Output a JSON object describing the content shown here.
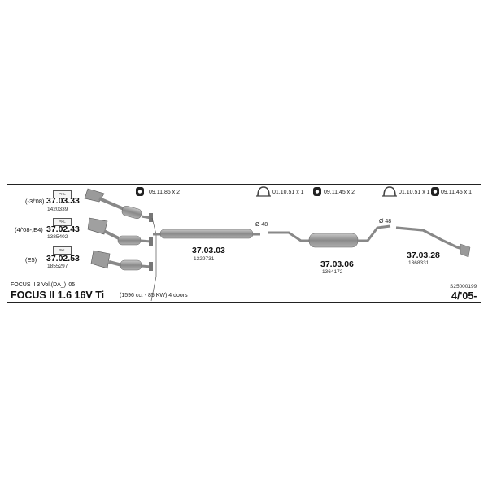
{
  "header": {
    "hardware": [
      {
        "icon": "rubber-hanger-icon",
        "code": "09.11.86 x 2"
      },
      {
        "icon": "clamp-icon",
        "code": "01.10.51 x 1"
      },
      {
        "icon": "rubber-hanger-icon",
        "code": "09.11.45 x 2"
      },
      {
        "icon": "clamp-icon",
        "code": "01.10.51 x 1"
      },
      {
        "icon": "rubber-hanger-icon",
        "code": "09.11.45 x 1"
      }
    ]
  },
  "catalysts": [
    {
      "variant": "(-3/'08)",
      "part": "37.03.33",
      "oe": "1420339",
      "tag": "PKL"
    },
    {
      "variant": "(4/'08-,E4)",
      "part": "37.02.43",
      "oe": "1385402",
      "tag": "PKL"
    },
    {
      "variant": "(E5)",
      "part": "37.02.53",
      "oe": "1855297",
      "tag": "PKL"
    }
  ],
  "parts": [
    {
      "part": "37.03.03",
      "oe": "1329731"
    },
    {
      "part": "37.03.06",
      "oe": "1364172"
    },
    {
      "part": "37.03.28",
      "oe": "1368331"
    }
  ],
  "diameters": [
    "Ø 48",
    "Ø 48"
  ],
  "vehicle": {
    "subtitle": "FOCUS II 3 Vol.(DA_) '05",
    "title": "FOCUS II 1.6 16V Ti",
    "spec": "(1596 cc. - 85 KW)   4 doors",
    "code": "S25000199",
    "date": "4/'05-"
  }
}
